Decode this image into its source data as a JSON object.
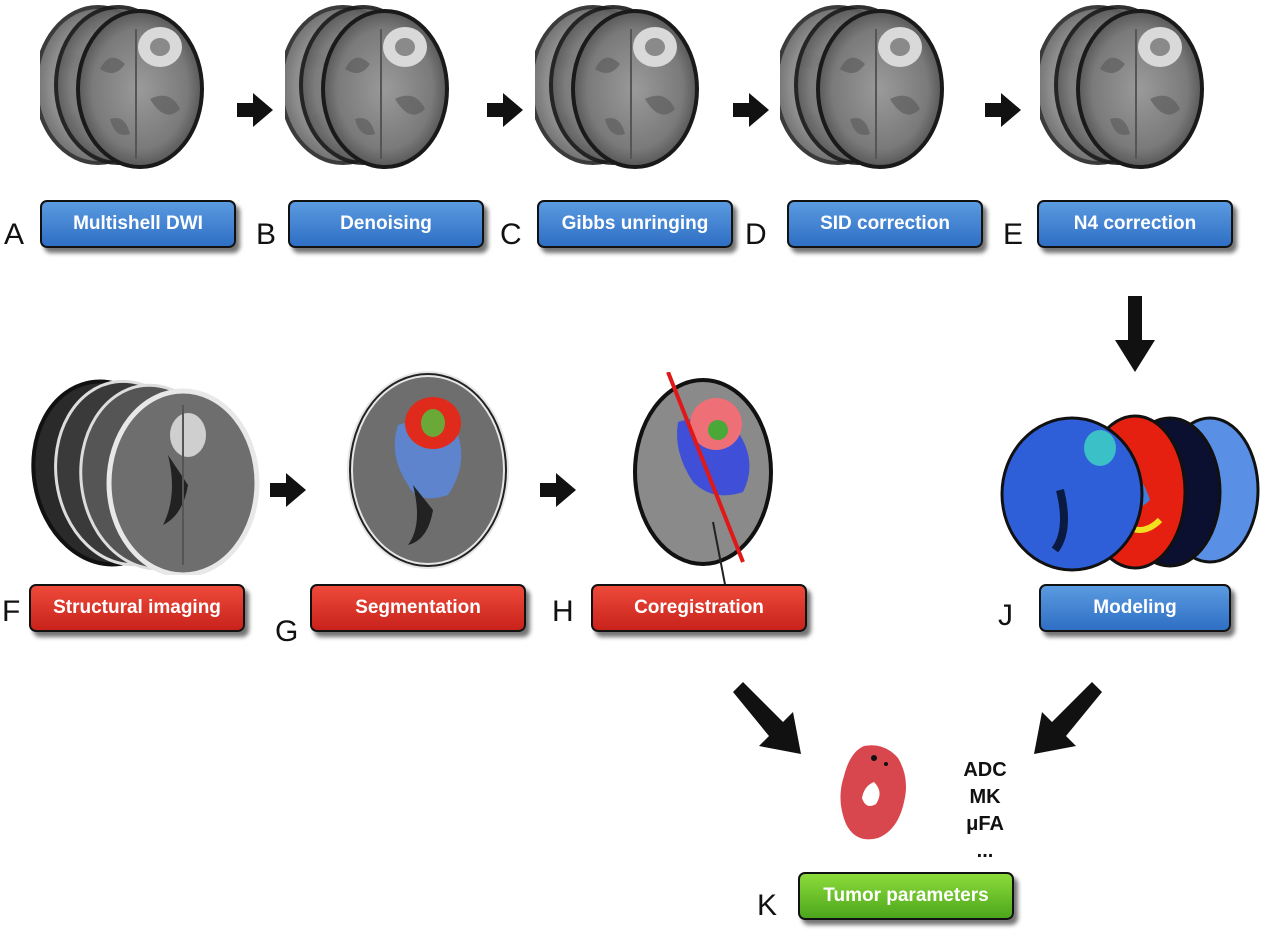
{
  "steps": [
    {
      "letter": "A",
      "label": "Multishell DWI",
      "color": "#3c7fd0"
    },
    {
      "letter": "B",
      "label": "Denoising",
      "color": "#3c7fd0"
    },
    {
      "letter": "C",
      "label": "Gibbs unringing",
      "color": "#3c7fd0"
    },
    {
      "letter": "D",
      "label": "SID correction",
      "color": "#3c7fd0"
    },
    {
      "letter": "E",
      "label": "N4 correction",
      "color": "#3c7fd0"
    },
    {
      "letter": "F",
      "label": "Structural imaging",
      "color": "#d8302a"
    },
    {
      "letter": "G",
      "label": "Segmentation",
      "color": "#d8302a"
    },
    {
      "letter": "H",
      "label": "Coregistration",
      "color": "#d8302a"
    },
    {
      "letter": "J",
      "label": "Modeling",
      "color": "#3c7fd0"
    },
    {
      "letter": "K",
      "label": "Tumor parameters",
      "color": "#6cc02a"
    }
  ],
  "parameters": [
    "ADC",
    "MK",
    "μFA",
    "..."
  ]
}
